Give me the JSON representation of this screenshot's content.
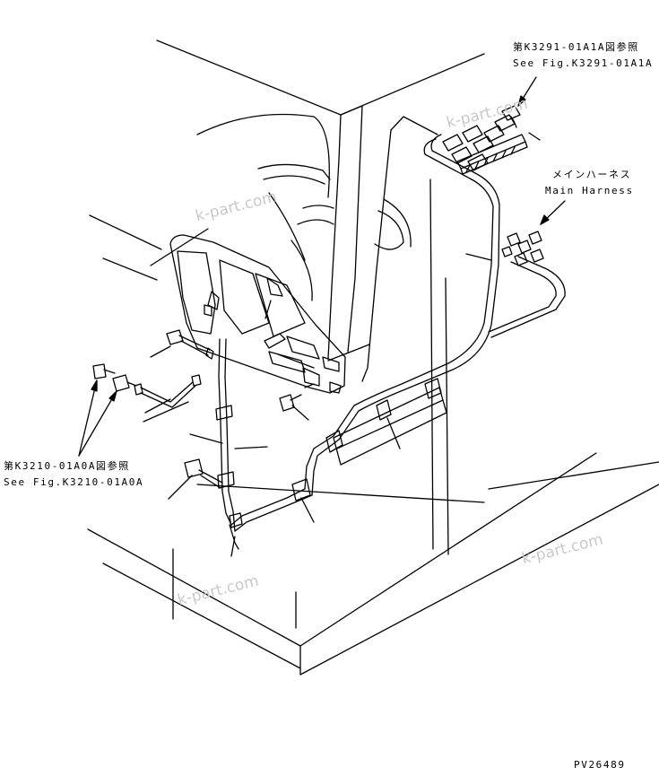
{
  "callouts": {
    "ref_top_jp": "第K3291-01A1A図参照",
    "ref_top_en": "See Fig.K3291-01A1A",
    "main_harness_jp": "メインハーネス",
    "main_harness_en": "Main Harness",
    "ref_left_jp": "第K3210-01A0A図参照",
    "ref_left_en": "See Fig.K3210-01A0A"
  },
  "watermarks": [
    "k-part.com",
    "k-part.com",
    "k-part.com",
    "k-part.com"
  ],
  "drawing_number": "PV26489",
  "colors": {
    "ink": "#000000",
    "watermark": "#c9c9c9",
    "background": "#ffffff"
  }
}
